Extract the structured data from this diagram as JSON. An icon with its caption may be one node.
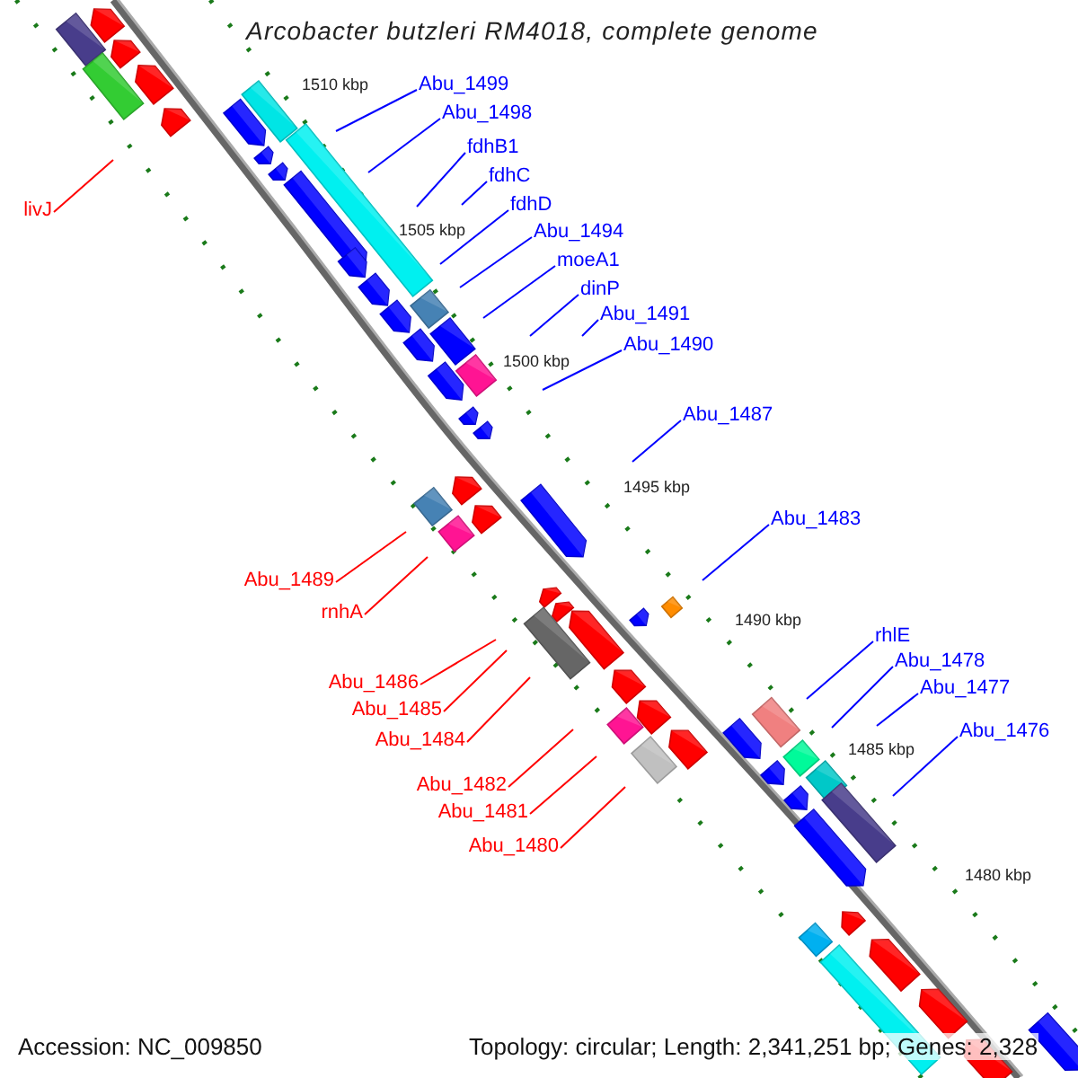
{
  "diagram": {
    "title": "Arcobacter butzleri RM4018, complete genome",
    "nodes": [
      {
        "text": [
          "Abu_1499"
        ]
      },
      {
        "text": [
          "Abu_1498"
        ]
      },
      {
        "text": [
          "fdhB1"
        ]
      },
      {
        "text": [
          "fdhC"
        ]
      },
      {
        "text": [
          "fdhD"
        ]
      },
      {
        "text": [
          "Abu_1494"
        ]
      },
      {
        "text": [
          "moeA1"
        ]
      },
      {
        "text": [
          "dinP"
        ]
      },
      {
        "text": [
          "Abu_1491"
        ]
      },
      {
        "text": [
          "Abu_1490"
        ]
      },
      {
        "text": [
          "Abu_1487"
        ]
      },
      {
        "text": [
          "Abu_1483"
        ]
      },
      {
        "text": [
          "rhlE"
        ]
      },
      {
        "text": [
          "Abu_1478"
        ]
      },
      {
        "text": [
          "Abu_1477"
        ]
      },
      {
        "text": [
          "Abu_1476"
        ]
      },
      {
        "text": [
          "livJ"
        ]
      },
      {
        "text": [
          "Abu_1489"
        ]
      },
      {
        "text": [
          "rnhA"
        ]
      },
      {
        "text": [
          "Abu_1486"
        ]
      },
      {
        "text": [
          "Abu_1485"
        ]
      },
      {
        "text": [
          "Abu_1484"
        ]
      },
      {
        "text": [
          "Abu_1482"
        ]
      },
      {
        "text": [
          "Abu_1481"
        ]
      },
      {
        "text": [
          "Abu_1480"
        ]
      }
    ],
    "edges": [
      {
        "from": 0,
        "to": null,
        "arrow": "none"
      },
      {
        "from": 1,
        "to": null,
        "arrow": "none"
      },
      {
        "from": 2,
        "to": null,
        "arrow": "none"
      },
      {
        "from": 3,
        "to": null,
        "arrow": "none"
      },
      {
        "from": 4,
        "to": null,
        "arrow": "none"
      },
      {
        "from": 5,
        "to": null,
        "arrow": "none"
      },
      {
        "from": 6,
        "to": null,
        "arrow": "none"
      },
      {
        "from": 7,
        "to": null,
        "arrow": "none"
      },
      {
        "from": 8,
        "to": null,
        "arrow": "none"
      },
      {
        "from": 9,
        "to": null,
        "arrow": "none"
      },
      {
        "from": 10,
        "to": null,
        "arrow": "none"
      },
      {
        "from": 11,
        "to": null,
        "arrow": "none"
      },
      {
        "from": 12,
        "to": null,
        "arrow": "none"
      },
      {
        "from": 13,
        "to": null,
        "arrow": "none"
      },
      {
        "from": 14,
        "to": null,
        "arrow": "none"
      },
      {
        "from": 15,
        "to": null,
        "arrow": "none"
      },
      {
        "from": 16,
        "to": null,
        "arrow": "none",
        "color": "#ff0000"
      },
      {
        "from": 17,
        "to": null,
        "arrow": "none",
        "color": "#ff0000"
      },
      {
        "from": 18,
        "to": null,
        "arrow": "none",
        "color": "#ff0000"
      },
      {
        "from": 19,
        "to": null,
        "arrow": "none",
        "color": "#ff0000"
      },
      {
        "from": 20,
        "to": null,
        "arrow": "none",
        "color": "#ff0000"
      },
      {
        "from": 21,
        "to": null,
        "arrow": "none",
        "color": "#ff0000"
      },
      {
        "from": 22,
        "to": null,
        "arrow": "none",
        "color": "#ff0000"
      },
      {
        "from": 23,
        "to": null,
        "arrow": "none",
        "color": "#ff0000"
      },
      {
        "from": 24,
        "to": null,
        "arrow": "none",
        "color": "#ff0000"
      }
    ],
    "labels": [
      "1510 kbp",
      "1505 kbp",
      "1500 kbp",
      "1495 kbp",
      "1490 kbp",
      "1485 kbp",
      "1480 kbp",
      "Accession: NC_009850",
      "Topology: circular; Length: 2,341,251 bp; Genes: 2,328"
    ]
  }
}
